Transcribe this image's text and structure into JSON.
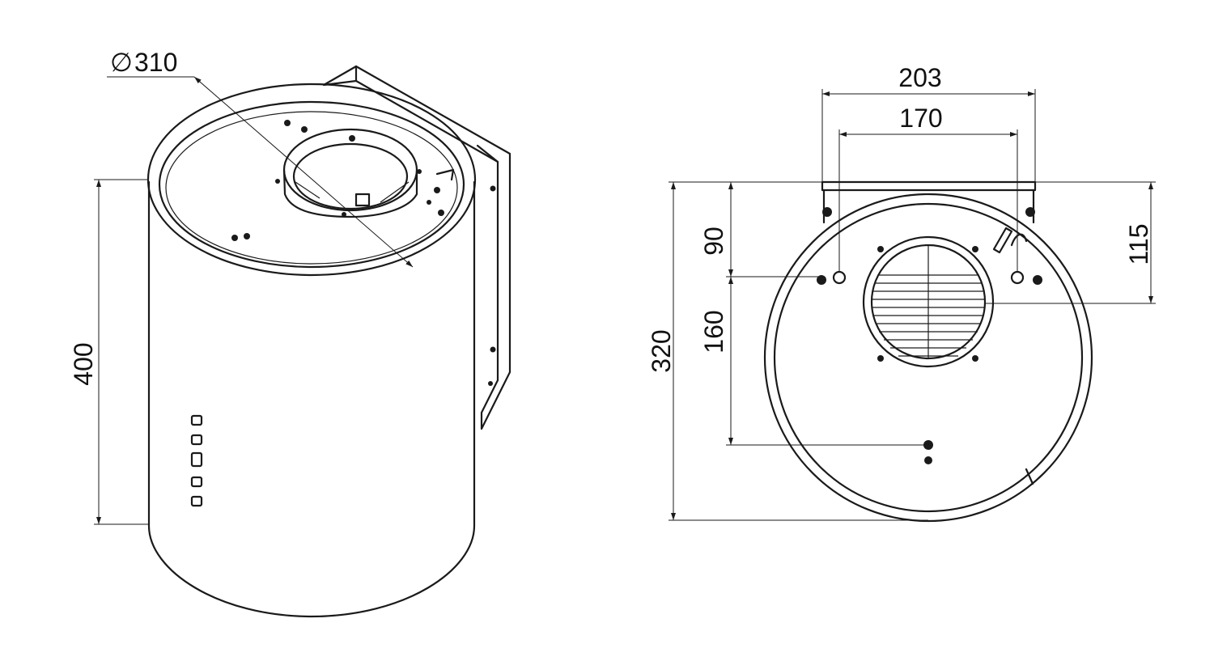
{
  "dimensions": {
    "diameter_symbol": "∅",
    "diameter": "310",
    "height": "400",
    "width_outer": "203",
    "width_inner": "170",
    "depth_total": "320",
    "offset_top": "90",
    "offset_mid": "160",
    "offset_right": "115"
  }
}
